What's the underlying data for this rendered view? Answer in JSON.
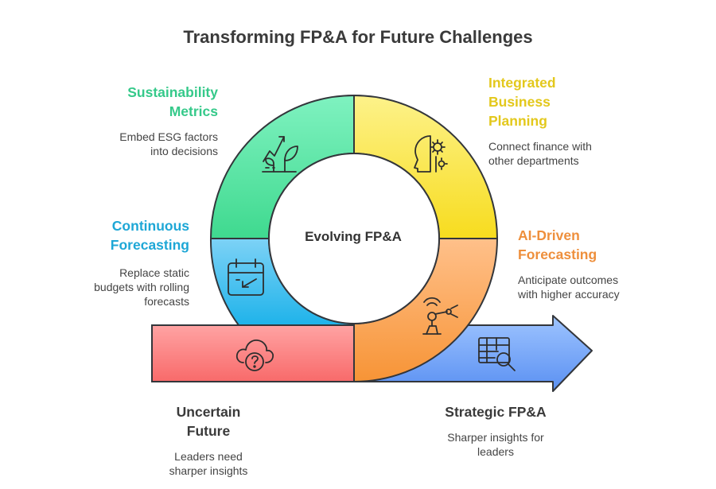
{
  "title": "Transforming FP&A for Future Challenges",
  "center": "Evolving FP&A",
  "colors": {
    "green": "#35c98a",
    "yellow": "#e3c81c",
    "orange": "#ee8f3c",
    "blue": "#1ea7d6",
    "red_bar": "#f87d7d",
    "blue_arrow": "#5f97f6",
    "text_dark": "#3a3a3a"
  },
  "stages": [
    {
      "key": "uncertain",
      "title": "Uncertain Future",
      "desc": "Leaders need sharper insights",
      "icon": "cloud-question-icon"
    },
    {
      "key": "continuous",
      "title": "Continuous Forecasting",
      "desc": "Replace static budgets with rolling forecasts",
      "icon": "calendar-arrow-icon"
    },
    {
      "key": "sustainability",
      "title": "Sustainability Metrics",
      "desc": "Embed ESG factors into decisions",
      "icon": "plant-growth-icon"
    },
    {
      "key": "integrated",
      "title": "Integrated Business Planning",
      "desc": "Connect finance with other departments",
      "icon": "head-gear-icon"
    },
    {
      "key": "ai",
      "title": "AI-Driven Forecasting",
      "desc": "Anticipate outcomes with higher accuracy",
      "icon": "robot-arm-icon"
    },
    {
      "key": "strategic",
      "title": "Strategic FP&A",
      "desc": "Sharper insights for leaders",
      "icon": "table-search-icon"
    }
  ],
  "labels": {
    "sustainability": {
      "line1": "Sustainability",
      "line2": "Metrics",
      "desc1": "Embed ESG factors",
      "desc2": "into decisions"
    },
    "integrated": {
      "line1": "Integrated",
      "line2": "Business",
      "line3": "Planning",
      "desc1": "Connect finance with",
      "desc2": "other departments"
    },
    "continuous": {
      "line1": "Continuous",
      "line2": "Forecasting",
      "desc1": "Replace static",
      "desc2": "budgets with rolling",
      "desc3": "forecasts"
    },
    "ai": {
      "line1": "AI-Driven",
      "line2": "Forecasting",
      "desc1": "Anticipate outcomes",
      "desc2": "with higher accuracy"
    },
    "uncertain": {
      "line1": "Uncertain",
      "line2": "Future",
      "desc1": "Leaders need",
      "desc2": "sharper insights"
    },
    "strategic": {
      "line1": "Strategic FP&A",
      "desc1": "Sharper insights for",
      "desc2": "leaders"
    }
  }
}
